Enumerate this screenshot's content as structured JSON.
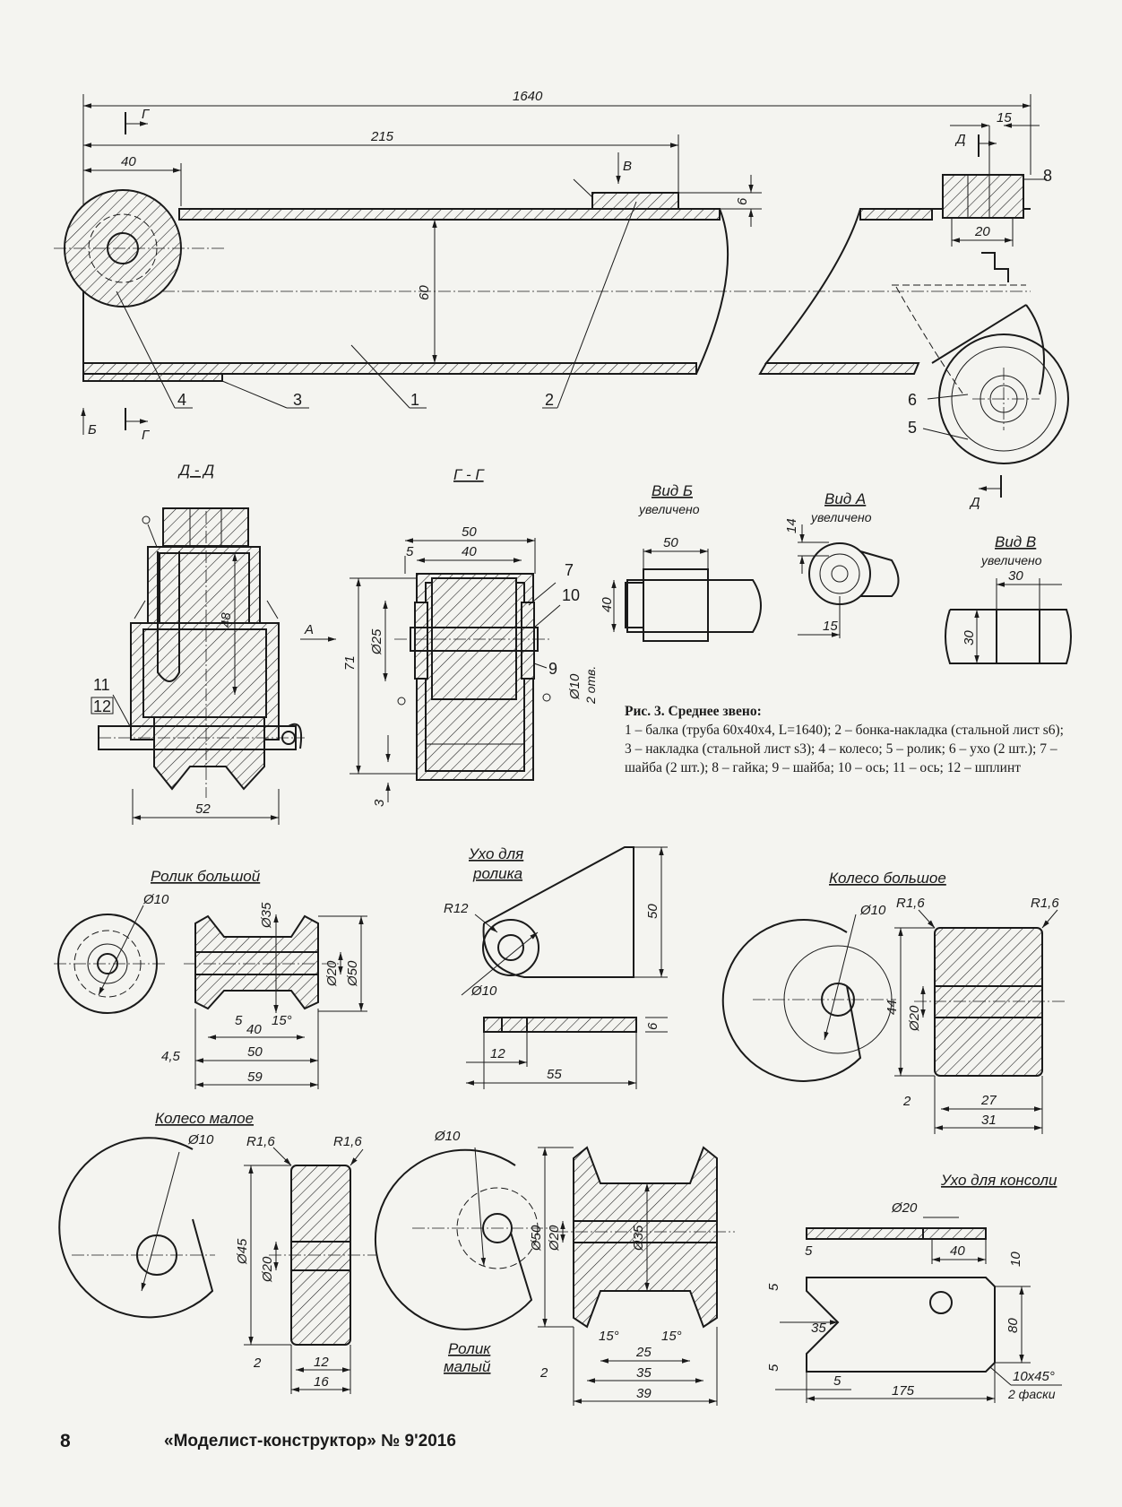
{
  "top_view": {
    "dims": {
      "d1640": "1640",
      "d215": "215",
      "d40": "40",
      "d15": "15",
      "d6": "6",
      "d60": "60",
      "d20": "20"
    },
    "section_marks": {
      "g_top": "Г",
      "g_bottom": "Г",
      "b": "Б",
      "v": "В",
      "d_top": "Д",
      "d_bottom": "Д"
    },
    "callouts": [
      "1",
      "2",
      "3",
      "4",
      "5",
      "6",
      "8"
    ]
  },
  "section_dd": {
    "title": "Д - Д",
    "dims": {
      "d48": "48",
      "d52": "52"
    },
    "callouts": [
      "11",
      "12"
    ]
  },
  "section_gg": {
    "title": "Г - Г",
    "dims": {
      "d50": "50",
      "d5": "5",
      "d40": "40",
      "d25": "Ø25",
      "d71": "71",
      "d3": "3",
      "d10": "Ø10",
      "holes": "2 отв."
    },
    "arrow_a": "А",
    "callouts": [
      "7",
      "10",
      "9"
    ]
  },
  "view_b": {
    "title": "Вид Б",
    "subtitle": "увеличено",
    "dims": {
      "d50": "50",
      "d40": "40"
    }
  },
  "view_a": {
    "title": "Вид А",
    "subtitle": "увеличено",
    "dims": {
      "d14": "14",
      "d15": "15"
    }
  },
  "view_v": {
    "title": "Вид В",
    "subtitle": "увеличено",
    "dims": {
      "d30h": "30",
      "d30v": "30"
    }
  },
  "caption": {
    "title": "Рис. 3. Среднее звено:",
    "text": "1 – балка (труба 60х40х4, L=1640); 2 – бонка-накладка (стальной лист s6); 3 – накладка (стальной лист s3); 4 – колесо; 5 – ролик; 6 – ухо (2 шт.); 7 – шайба (2 шт.); 8 – гайка; 9 – шайба; 10 – ось; 11 – ось; 12 – шплинт"
  },
  "roller_big": {
    "title": "Ролик большой",
    "dims": {
      "d10": "Ø10",
      "d35": "Ø35",
      "d20": "Ø20",
      "d50": "Ø50",
      "d5": "5",
      "a15": "15°",
      "d40": "40",
      "d4_5": "4,5",
      "d50b": "50",
      "d59": "59"
    }
  },
  "ear_roller": {
    "title_line1": "Ухо для",
    "title_line2": "ролика",
    "dims": {
      "r12": "R12",
      "d10": "Ø10",
      "d50": "50",
      "d6": "6",
      "d12": "12",
      "d55": "55"
    }
  },
  "wheel_big": {
    "title": "Колесо большое",
    "dims": {
      "d10": "Ø10",
      "r1": "R1,6",
      "r2": "R1,6",
      "d44": "44",
      "d20": "Ø20",
      "d2": "2",
      "d27": "27",
      "d31": "31"
    }
  },
  "wheel_small": {
    "title": "Колесо малое",
    "dims": {
      "d10": "Ø10",
      "r1": "R1,6",
      "r2": "R1,6",
      "d45": "Ø45",
      "d20": "Ø20",
      "d2": "2",
      "d12": "12",
      "d16": "16"
    }
  },
  "roller_small": {
    "title_line1": "Ролик",
    "title_line2": "малый",
    "dims": {
      "d10": "Ø10",
      "d50": "Ø50",
      "d20": "Ø20",
      "d35": "Ø35",
      "a1": "15°",
      "a2": "15°",
      "d25": "25",
      "d35b": "35",
      "d2": "2",
      "d39": "39"
    }
  },
  "ear_console": {
    "title": "Ухо для консоли",
    "dims": {
      "d20": "Ø20",
      "d40": "40",
      "d10": "10",
      "d5a": "5",
      "d5b": "5",
      "d5c": "5",
      "d35": "35",
      "d80": "80",
      "d5d": "5",
      "d175": "175",
      "chamfer": "10х45°",
      "chamfer2": "2 фаски"
    }
  },
  "footer": {
    "page": "8",
    "magazine": "«Моделист-конструктор» № 9'2016"
  }
}
